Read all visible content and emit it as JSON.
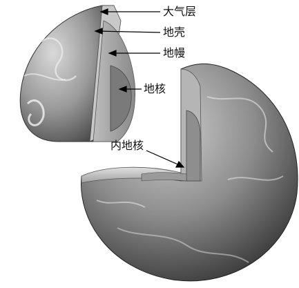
{
  "labels": {
    "atmosphere": "大气层",
    "crust": "地壳",
    "mantle": "地幔",
    "core": "地核",
    "inner_core": "内地核"
  }
}
